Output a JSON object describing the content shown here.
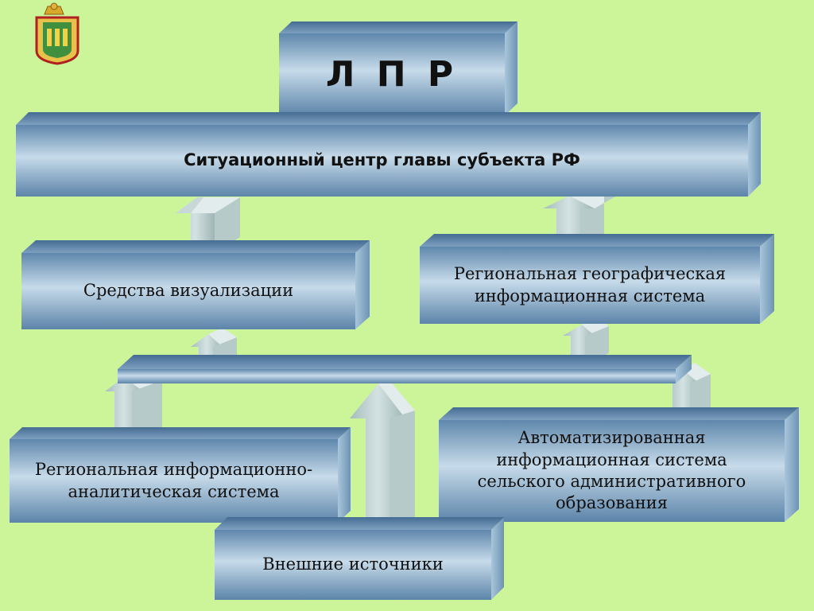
{
  "decision_maker": "Л П Р",
  "situation_center": "Ситуационный центр главы субъекта РФ",
  "visualization_tools": "Средства визуализации",
  "regional_gis": {
    "line1": "Региональная географическая",
    "line2": "информационная система"
  },
  "regional_analytic_system": {
    "line1": "Региональная информационно-",
    "line2": "аналитическая система"
  },
  "rural_admin_system": {
    "line1": "Автоматизированная",
    "line2": "информационная система",
    "line3": "сельского административного",
    "line4": "образования"
  },
  "external_sources": "Внешние источники",
  "colors": {
    "background": "#ccf59a",
    "box_face": "#8fb0cc",
    "arrow": "#b4c8c8"
  }
}
